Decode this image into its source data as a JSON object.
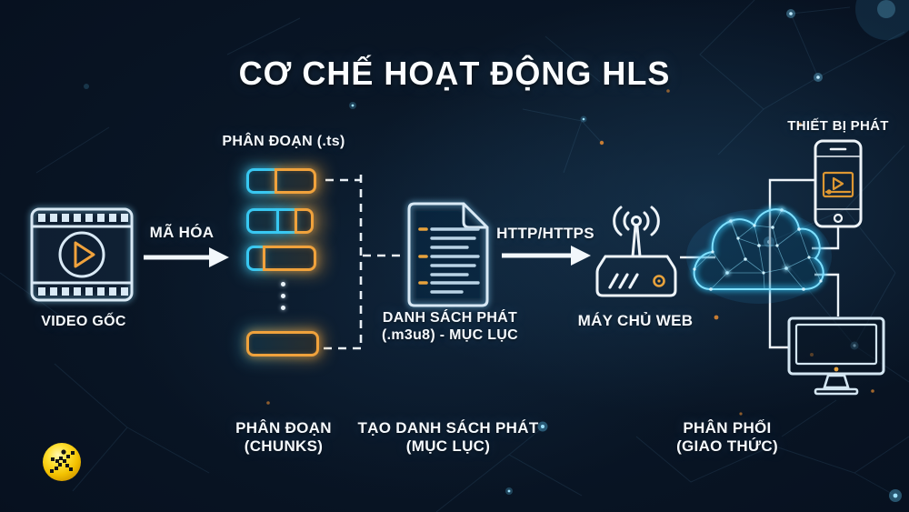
{
  "title": "CƠ CHẾ HOẠT ĐỘNG HLS",
  "labels": {
    "source": "VIDEO GỐC",
    "encode": "MÃ HÓA",
    "segments_title": "PHÂN ĐOẠN (.ts)",
    "playlist_line1": "DANH SÁCH PHÁT",
    "playlist_line2": "(.m3u8) - MỤC LỤC",
    "http": "HTTP/HTTPS",
    "server": "MÁY CHỦ WEB",
    "devices": "THIẾT BỊ PHÁT",
    "caption_chunks_line1": "PHÂN ĐOẠN",
    "caption_chunks_line2": "(CHUNKS)",
    "caption_playlist_line1": "TẠO DANH SÁCH PHÁT",
    "caption_playlist_line2": "(MỤC LỤC)",
    "caption_distribution_line1": "PHÂN PHỐI",
    "caption_distribution_line2": "(GIAO THỨC)"
  },
  "colors": {
    "cyan": "#38c8f2",
    "orange": "#f0a23c",
    "stroke_pale": "#d9e9f5",
    "line_white": "#f2f7fb",
    "logo_yellow": "#f7c800"
  },
  "chunks": {
    "rows": [
      {
        "segments": [
          {
            "color": "cyan",
            "width": 42
          },
          {
            "color": "orange",
            "width": 58
          }
        ]
      },
      {
        "segments": [
          {
            "color": "cyan",
            "width": 45
          },
          {
            "color": "cyan",
            "width": 29
          },
          {
            "color": "orange",
            "width": 26
          }
        ]
      },
      {
        "segments": [
          {
            "color": "cyan",
            "width": 26
          },
          {
            "color": "orange",
            "width": 74
          }
        ]
      },
      {
        "segments": [
          {
            "color": "orange",
            "width": 100
          }
        ]
      }
    ]
  }
}
